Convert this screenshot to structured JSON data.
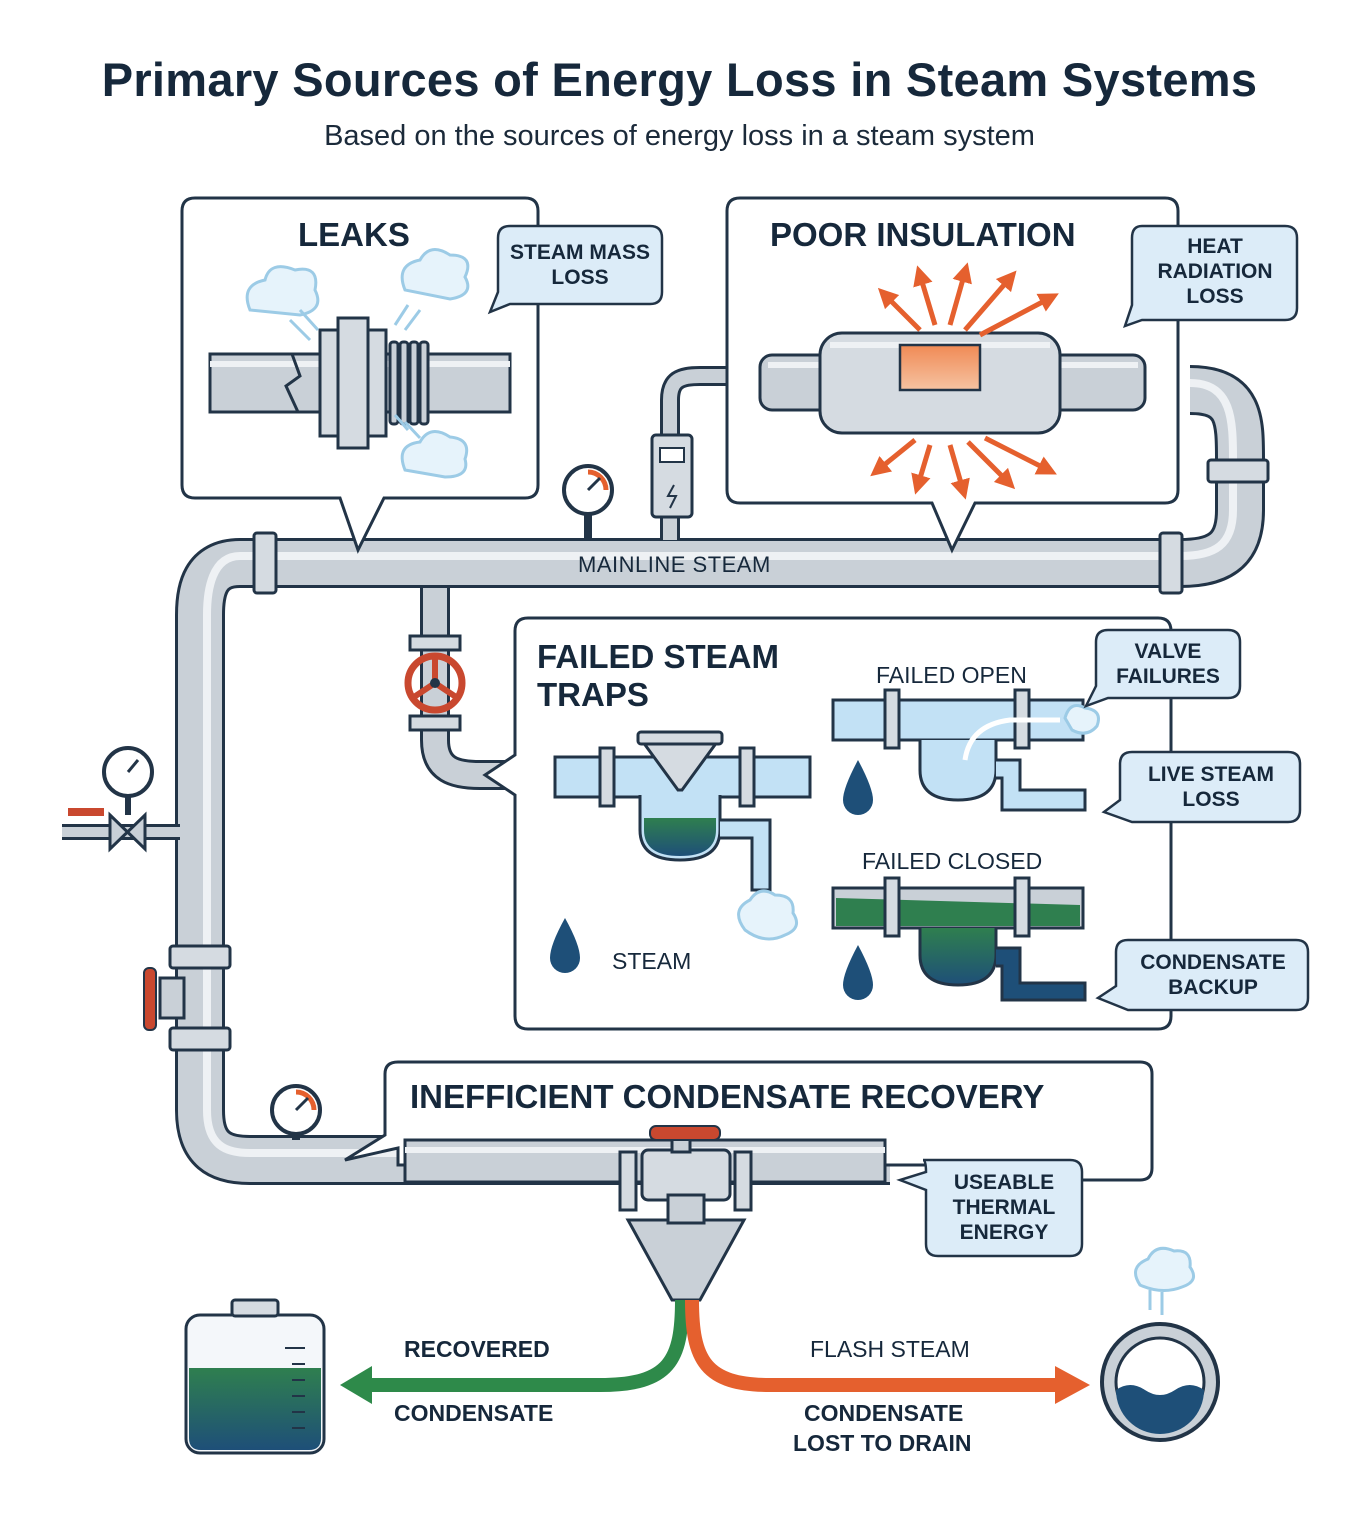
{
  "title": "Primary Sources of Energy Loss in Steam Systems",
  "subtitle": "Based on the sources of energy loss in a steam system",
  "panels": {
    "leaks": {
      "title": "LEAKS",
      "callout": "STEAM MASS LOSS"
    },
    "insulation": {
      "title": "POOR INSULATION",
      "callout": "HEAT RADIATION LOSS"
    },
    "traps": {
      "title": "FAILED STEAM TRAPS",
      "failed_open": "FAILED OPEN",
      "failed_closed": "FAILED CLOSED",
      "steam_label": "STEAM",
      "callout_valve": "VALVE FAILURES",
      "callout_live": "LIVE STEAM LOSS",
      "callout_backup": "CONDENSATE BACKUP"
    },
    "recovery": {
      "title": "INEFFICIENT CONDENSATE RECOVERY",
      "callout": "USEABLE THERMAL ENERGY",
      "recovered_1": "RECOVERED",
      "recovered_2": "CONDENSATE",
      "flash_steam": "FLASH STEAM",
      "lost_1": "CONDENSATE",
      "lost_2": "LOST TO DRAIN"
    }
  },
  "mainline_label": "MAINLINE STEAM",
  "colors": {
    "pipe": "#c9d0d7",
    "pipe_edge": "#223447",
    "callout_fill": "#dcecf8",
    "steam_blue": "#bfe0f4",
    "water_green": "#2f7f4f",
    "water_navy": "#1e4f78",
    "heat_orange": "#e5602e",
    "valve_red": "#c9482f"
  }
}
